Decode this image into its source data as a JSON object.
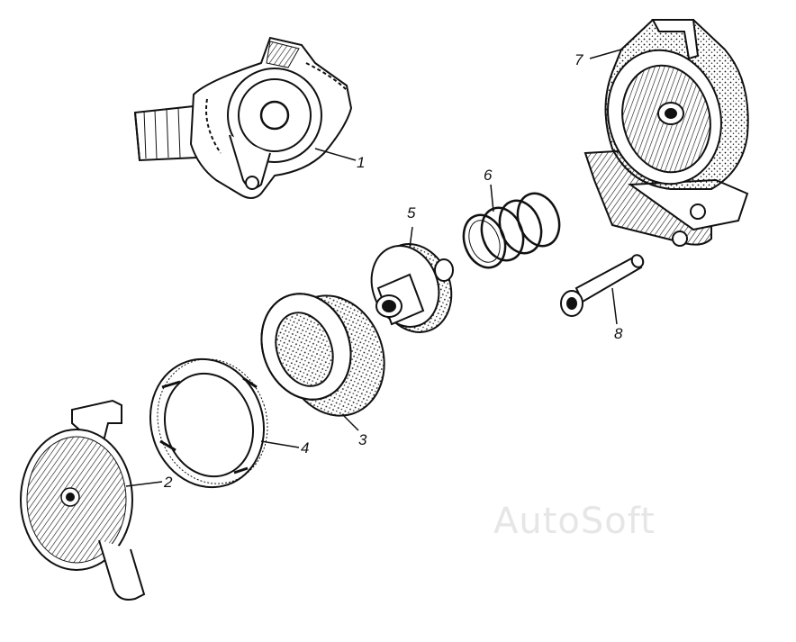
{
  "diagram": {
    "callouts": [
      {
        "id": "part-1",
        "label": "1"
      },
      {
        "id": "part-2",
        "label": "2"
      },
      {
        "id": "part-3",
        "label": "3"
      },
      {
        "id": "part-4",
        "label": "4"
      },
      {
        "id": "part-5",
        "label": "5"
      },
      {
        "id": "part-6",
        "label": "6"
      },
      {
        "id": "part-7",
        "label": "7"
      },
      {
        "id": "part-8",
        "label": "8"
      }
    ],
    "watermark": "AutoSoft"
  },
  "colors": {
    "ink": "#111111",
    "paper": "#ffffff",
    "watermark": "#e6e6e6"
  }
}
